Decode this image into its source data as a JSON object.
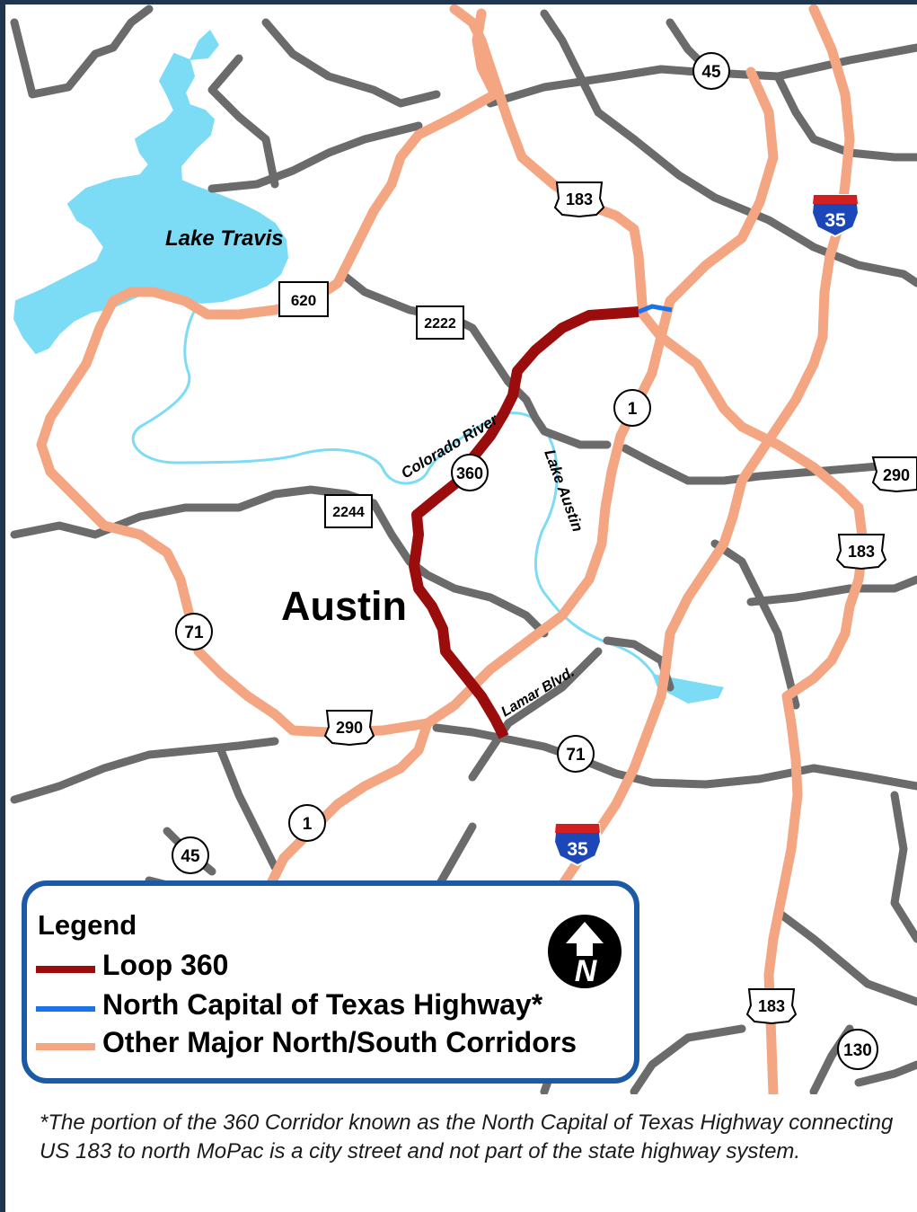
{
  "map": {
    "city_label": "Austin",
    "lake_travis_label": "Lake Travis",
    "colorado_river_label": "Colorado River",
    "lake_austin_label": "Lake Austin",
    "lamar_label": "Lamar Blvd.",
    "shields": {
      "sh45_north": "45",
      "us183_north": "183",
      "i35_north": "35",
      "rm620": "620",
      "rm2222": "2222",
      "loop1_north": "1",
      "loop360": "360",
      "us290_east": "290",
      "rm2244": "2244",
      "us183_east": "183",
      "sh71_west": "71",
      "us290_west": "290",
      "sh71_east": "71",
      "loop1_south": "1",
      "i35_south": "35",
      "sh45_south": "45",
      "us183_south": "183",
      "sh130": "130"
    },
    "colors": {
      "water": "#7ddcf5",
      "road_gray": "#6b6b6b",
      "corridor": "#f4a582",
      "loop360": "#9b0d0d",
      "north_capital": "#1a73e8",
      "frame": "#1f3550"
    }
  },
  "legend": {
    "title": "Legend",
    "items": [
      {
        "label": "Loop 360",
        "color": "#9b0d0d"
      },
      {
        "label": "North Capital of Texas Highway*",
        "color": "#1a73e8"
      },
      {
        "label": "Other Major North/South Corridors",
        "color": "#f4a582"
      }
    ],
    "north_arrow": "N"
  },
  "footnote": "*The portion of the 360 Corridor known as the North Capital of Texas Highway connecting US 183 to north MoPac is a city street and not part of the state highway system."
}
